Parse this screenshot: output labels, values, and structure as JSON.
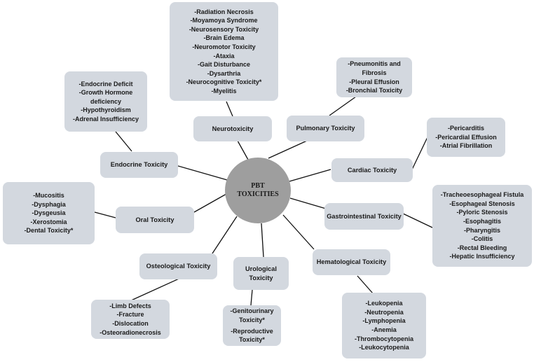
{
  "center": {
    "line1": "PBT",
    "line2": "TOXICITIES"
  },
  "categories": {
    "neurotoxicity": "Neurotoxicity",
    "pulmonary": "Pulmonary Toxicity",
    "cardiac": "Cardiac Toxicity",
    "gastrointestinal": "Gastrointestinal Toxicity",
    "hematological": "Hematological Toxicity",
    "urological": "Urological Toxicity",
    "osteological": "Osteological Toxicity",
    "oral": "Oral Toxicity",
    "endocrine": "Endocrine Toxicity"
  },
  "details": {
    "neurotoxicity": [
      "-Radiation Necrosis",
      "-Moyamoya Syndrome",
      "-Neurosensory Toxicity",
      "-Brain Edema",
      "-Neuromotor Toxicity",
      "-Ataxia",
      "-Gait Disturbance",
      "-Dysarthria",
      "-Neurocognitive Toxicity*",
      "-Myelitis"
    ],
    "pulmonary": [
      "-Pneumonitis and",
      "Fibrosis",
      "-Pleural Effusion",
      "-Bronchial Toxicity"
    ],
    "cardiac": [
      "-Pericarditis",
      "-Pericardial Effusion",
      "-Atrial Fibrillation"
    ],
    "gastrointestinal": [
      "-Tracheoesophageal Fistula",
      "-Esophageal Stenosis",
      "-Pyloric Stenosis",
      "-Esophagitis",
      "-Pharyngitis",
      "-Colitis",
      "-Rectal Bleeding",
      "-Hepatic Insufficiency"
    ],
    "hematological": [
      "-Leukopenia",
      "-Neutropenia",
      "-Lymphopenia",
      "-Anemia",
      "-Thrombocytopenia",
      "-Leukocytopenia"
    ],
    "urological": [
      "-Genitourinary",
      "Toxicity*",
      "-Reproductive",
      "Toxicity*"
    ],
    "osteological": [
      "-Limb Defects",
      "-Fracture",
      "-Dislocation",
      "-Osteoradionecrosis"
    ],
    "oral": [
      "-Mucositis",
      "-Dysphagia",
      "-Dysgeusia",
      "-Xerostomia",
      "-Dental Toxicity*"
    ],
    "endocrine": [
      "-Endocrine Deficit",
      "-Growth Hormone",
      "deficiency",
      "-Hypothyroidism",
      "-Adrenal Insufficiency"
    ]
  }
}
